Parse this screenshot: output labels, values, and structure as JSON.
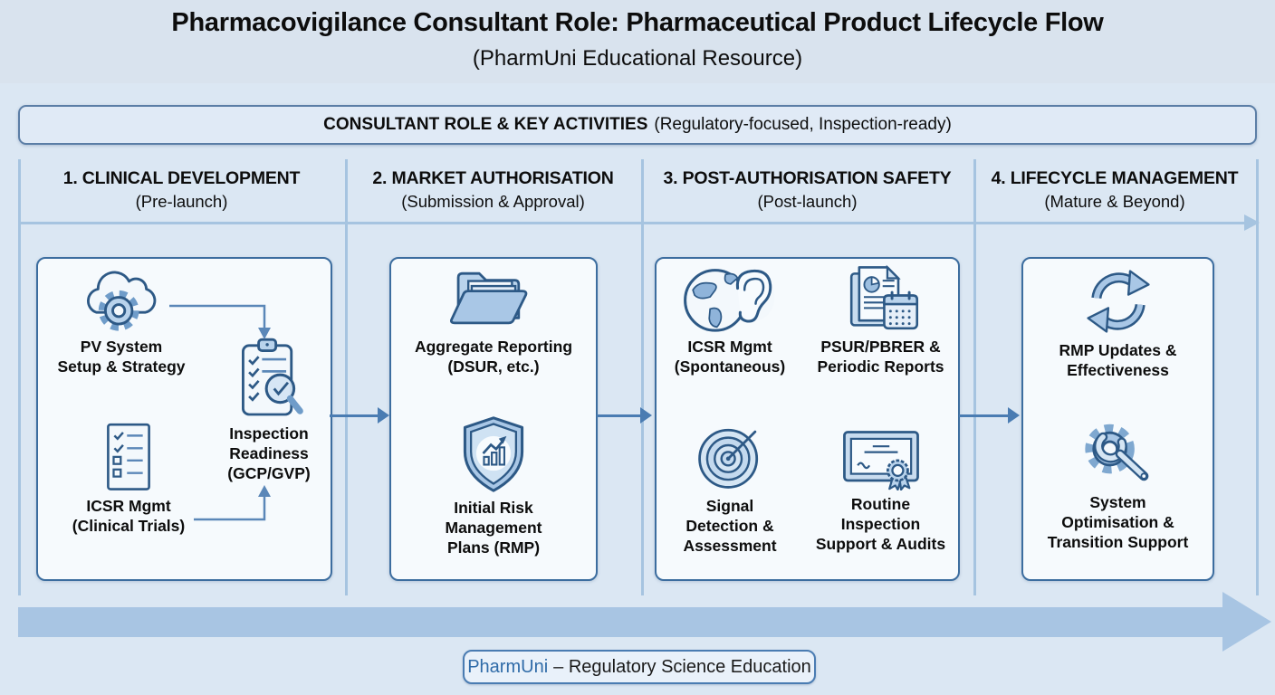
{
  "title": {
    "line1": "Pharmacovigilance Consultant Role: Pharmaceutical Product Lifecycle Flow",
    "line2": "(PharmUni Educational Resource)"
  },
  "banner": {
    "bold": "CONSULTANT ROLE & KEY ACTIVITIES",
    "regular": "(Regulatory-focused, Inspection-ready)"
  },
  "columns": [
    {
      "title": "1. CLINICAL DEVELOPMENT",
      "subtitle": "(Pre-launch)",
      "items": [
        {
          "icon": "cloud-gear-icon",
          "label": "PV System\nSetup & Strategy"
        },
        {
          "icon": "inspection-clipboard-icon",
          "label": "Inspection\nReadiness\n(GCP/GVP)"
        },
        {
          "icon": "checklist-icon",
          "label": "ICSR Mgmt\n(Clinical Trials)"
        }
      ]
    },
    {
      "title": "2. MARKET AUTHORISATION",
      "subtitle": "(Submission & Approval)",
      "items": [
        {
          "icon": "folder-documents-icon",
          "label": "Aggregate Reporting\n(DSUR, etc.)"
        },
        {
          "icon": "shield-chart-icon",
          "label": "Initial Risk\nManagement\nPlans (RMP)"
        }
      ]
    },
    {
      "title": "3. POST-AUTHORISATION SAFETY",
      "subtitle": "(Post-launch)",
      "items": [
        {
          "icon": "globe-ear-icon",
          "label": "ICSR Mgmt\n(Spontaneous)"
        },
        {
          "icon": "report-calendar-icon",
          "label": "PSUR/PBRER &\nPeriodic Reports"
        },
        {
          "icon": "signal-target-icon",
          "label": "Signal\nDetection &\nAssessment"
        },
        {
          "icon": "certificate-icon",
          "label": "Routine\nInspection\nSupport & Audits"
        }
      ]
    },
    {
      "title": "4. LIFECYCLE MANAGEMENT",
      "subtitle": "(Mature & Beyond)",
      "items": [
        {
          "icon": "refresh-arrows-icon",
          "label": "RMP Updates &\nEffectiveness"
        },
        {
          "icon": "gear-wrench-icon",
          "label": "System\nOptimisation &\nTransition Support"
        }
      ]
    }
  ],
  "footer": {
    "brand": "PharmUni",
    "text": "– Regulatory Science Education"
  },
  "colors": {
    "background": "#dbe7f3",
    "card_border": "#3c6d9f",
    "divider": "#a6c4e0",
    "flow_arrow": "#4a7cb2",
    "big_arrow": "#a8c5e3",
    "icon_stroke": "#2d5986",
    "icon_fill": "#a9c7e6",
    "brand_text": "#2f6ba8"
  }
}
